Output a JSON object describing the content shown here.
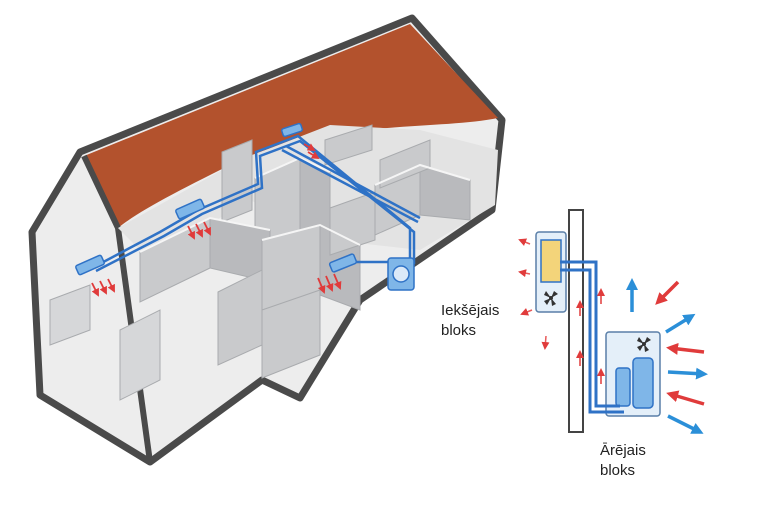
{
  "labels": {
    "indoor": [
      "Iekšējais",
      "bloks"
    ],
    "outdoor": [
      "Ārējais",
      "bloks"
    ]
  },
  "colors": {
    "roof": "#b3522d",
    "outline": "#4a4a4a",
    "wall": "#c9cacc",
    "wall_top": "#f1f1f1",
    "pipe": "#2f72c6",
    "unit": "#7fb6e8",
    "warm_arrow": "#e03b3b",
    "cool_arrow": "#2b8fd8"
  },
  "icons": [
    "fan-icon"
  ]
}
